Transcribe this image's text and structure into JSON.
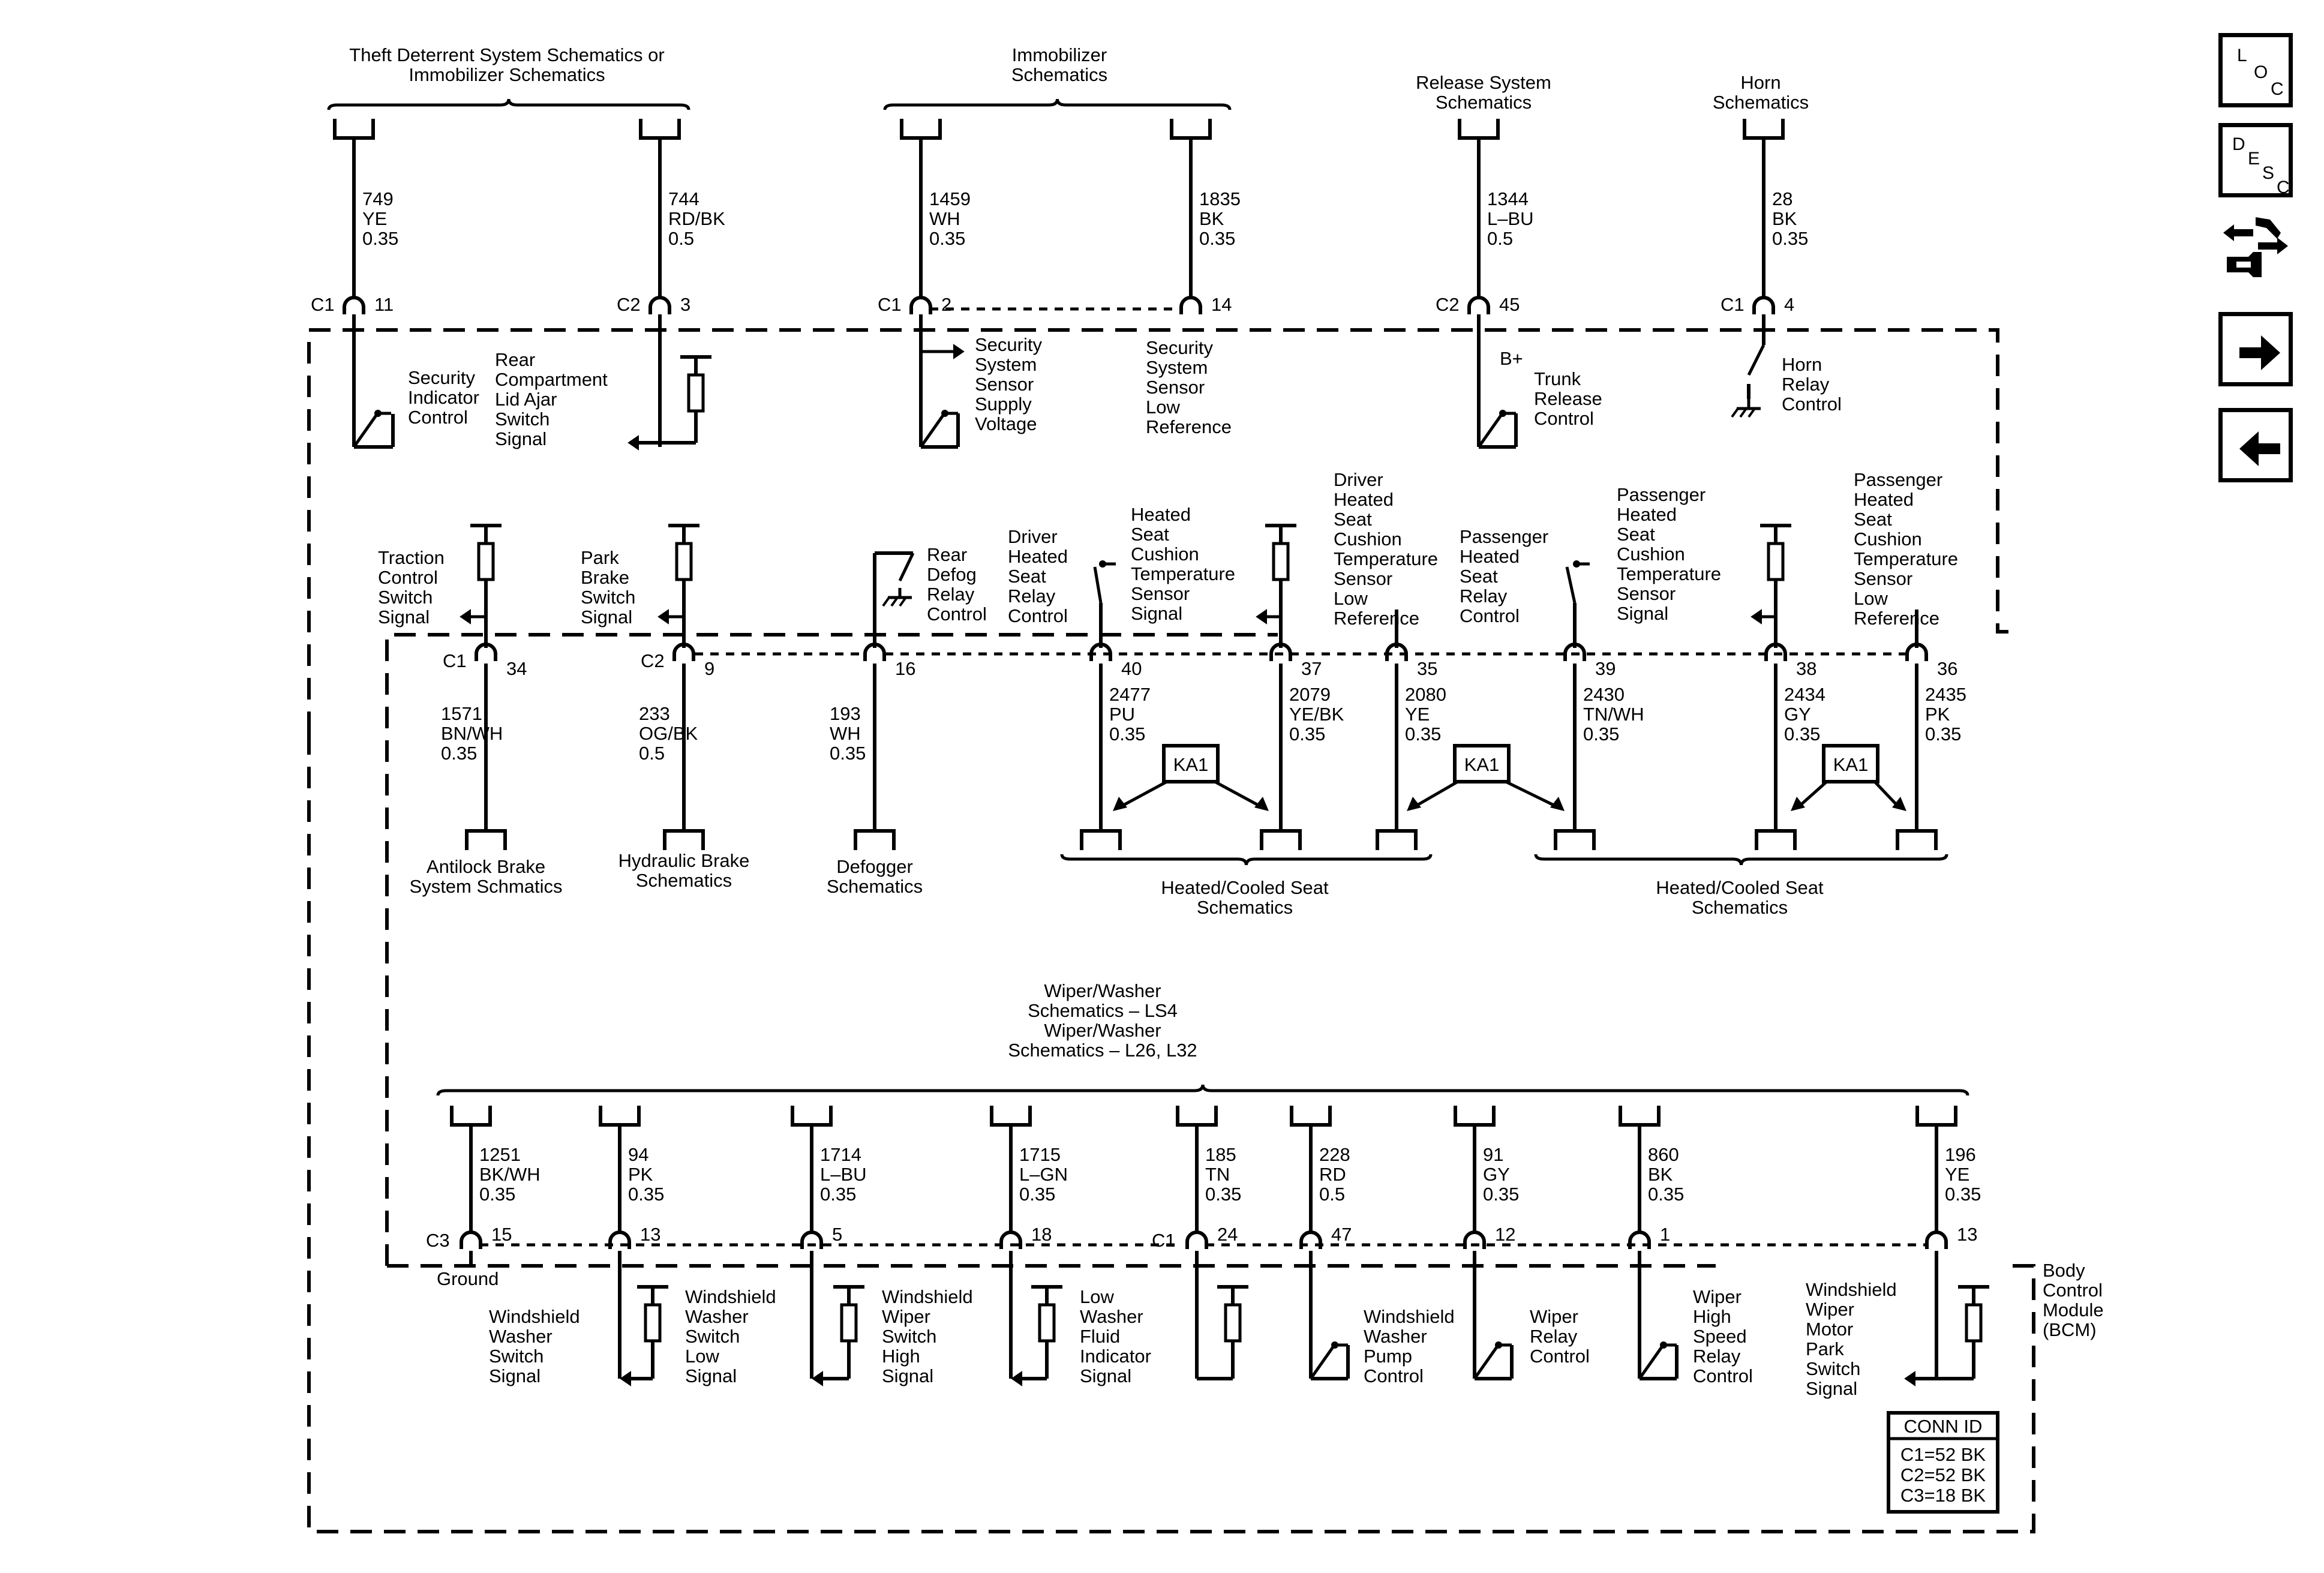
{
  "nav": {
    "loc": [
      "L",
      "O",
      "C"
    ],
    "desc": [
      "D",
      "E",
      "S",
      "C"
    ]
  },
  "top_refs": {
    "theft": [
      "Theft Deterrent System Schematics or",
      "Immobilizer Schematics"
    ],
    "immobilizer": [
      "Immobilizer",
      "Schematics"
    ],
    "release": [
      "Release System",
      "Schematics"
    ],
    "horn": [
      "Horn",
      "Schematics"
    ]
  },
  "top_wires": [
    {
      "circuit": "749",
      "color": "YE",
      "gauge": "0.35",
      "conn": "C1",
      "pin": "11"
    },
    {
      "circuit": "744",
      "color": "RD/BK",
      "gauge": "0.5",
      "conn": "C2",
      "pin": "3"
    },
    {
      "circuit": "1459",
      "color": "WH",
      "gauge": "0.35",
      "conn": "C1",
      "pin": "2"
    },
    {
      "circuit": "1835",
      "color": "BK",
      "gauge": "0.35",
      "conn": "",
      "pin": "14"
    },
    {
      "circuit": "1344",
      "color": "L–BU",
      "gauge": "0.5",
      "conn": "C2",
      "pin": "45"
    },
    {
      "circuit": "28",
      "color": "BK",
      "gauge": "0.35",
      "conn": "C1",
      "pin": "4"
    }
  ],
  "top_functions": {
    "security_indicator": [
      "Security",
      "Indicator",
      "Control"
    ],
    "rear_compartment": [
      "Rear",
      "Compartment",
      "Lid Ajar",
      "Switch",
      "Signal"
    ],
    "sensor_supply": [
      "Security",
      "System",
      "Sensor",
      "Supply",
      "Voltage"
    ],
    "sensor_low": [
      "Security",
      "System",
      "Sensor",
      "Low",
      "Reference"
    ],
    "b_plus": "B+",
    "trunk_release": [
      "Trunk",
      "Release",
      "Control"
    ],
    "horn_relay": [
      "Horn",
      "Relay",
      "Control"
    ]
  },
  "mid_functions": {
    "traction": [
      "Traction",
      "Control",
      "Switch",
      "Signal"
    ],
    "park_brake": [
      "Park",
      "Brake",
      "Switch",
      "Signal"
    ],
    "rear_defog": [
      "Rear",
      "Defog",
      "Relay",
      "Control"
    ],
    "driver_relay": [
      "Driver",
      "Heated",
      "Seat",
      "Relay",
      "Control"
    ],
    "heated_temp_signal": [
      "Heated",
      "Seat",
      "Cushion",
      "Temperature",
      "Sensor",
      "Signal"
    ],
    "driver_low_ref": [
      "Driver",
      "Heated",
      "Seat",
      "Cushion",
      "Temperature",
      "Sensor",
      "Low",
      "Reference"
    ],
    "passenger_relay": [
      "Passenger",
      "Heated",
      "Seat",
      "Relay",
      "Control"
    ],
    "passenger_signal": [
      "Passenger",
      "Heated",
      "Seat",
      "Cushion",
      "Temperature",
      "Sensor",
      "Signal"
    ],
    "passenger_low_ref": [
      "Passenger",
      "Heated",
      "Seat",
      "Cushion",
      "Temperature",
      "Sensor",
      "Low",
      "Reference"
    ]
  },
  "mid_wires": [
    {
      "circuit": "1571",
      "color": "BN/WH",
      "gauge": "0.35",
      "conn": "C1",
      "pin": "34"
    },
    {
      "circuit": "233",
      "color": "OG/BK",
      "gauge": "0.5",
      "conn": "C2",
      "pin": "9"
    },
    {
      "circuit": "193",
      "color": "WH",
      "gauge": "0.35",
      "conn": "",
      "pin": "16"
    },
    {
      "circuit": "2477",
      "color": "PU",
      "gauge": "0.35",
      "conn": "",
      "pin": "40"
    },
    {
      "circuit": "2079",
      "color": "YE/BK",
      "gauge": "0.35",
      "conn": "",
      "pin": "37"
    },
    {
      "circuit": "2080",
      "color": "YE",
      "gauge": "0.35",
      "conn": "",
      "pin": "35"
    },
    {
      "circuit": "2430",
      "color": "TN/WH",
      "gauge": "0.35",
      "conn": "",
      "pin": "39"
    },
    {
      "circuit": "2434",
      "color": "GY",
      "gauge": "0.35",
      "conn": "",
      "pin": "38"
    },
    {
      "circuit": "2435",
      "color": "PK",
      "gauge": "0.35",
      "conn": "",
      "pin": "36"
    }
  ],
  "ka1": "KA1",
  "mid_refs": {
    "antilock": [
      "Antilock Brake",
      "System Schmatics"
    ],
    "hydraulic": [
      "Hydraulic Brake",
      "Schematics"
    ],
    "defogger": [
      "Defogger",
      "Schematics"
    ],
    "seat_left": [
      "Heated/Cooled Seat",
      "Schematics"
    ],
    "seat_right": [
      "Heated/Cooled Seat",
      "Schematics"
    ]
  },
  "wiper_ref": [
    "Wiper/Washer",
    "Schematics – LS4",
    "Wiper/Washer",
    "Schematics – L26, L32"
  ],
  "bottom_wires": [
    {
      "circuit": "1251",
      "color": "BK/WH",
      "gauge": "0.35",
      "conn": "C3",
      "pin": "15"
    },
    {
      "circuit": "94",
      "color": "PK",
      "gauge": "0.35",
      "conn": "",
      "pin": "13"
    },
    {
      "circuit": "1714",
      "color": "L–BU",
      "gauge": "0.35",
      "conn": "",
      "pin": "5"
    },
    {
      "circuit": "1715",
      "color": "L–GN",
      "gauge": "0.35",
      "conn": "",
      "pin": "18"
    },
    {
      "circuit": "185",
      "color": "TN",
      "gauge": "0.35",
      "conn": "C1",
      "pin": "24"
    },
    {
      "circuit": "228",
      "color": "RD",
      "gauge": "0.5",
      "conn": "",
      "pin": "47"
    },
    {
      "circuit": "91",
      "color": "GY",
      "gauge": "0.35",
      "conn": "",
      "pin": "12"
    },
    {
      "circuit": "860",
      "color": "BK",
      "gauge": "0.35",
      "conn": "",
      "pin": "1"
    },
    {
      "circuit": "196",
      "color": "YE",
      "gauge": "0.35",
      "conn": "",
      "pin": "13"
    }
  ],
  "bottom_functions": {
    "ground": "Ground",
    "ws_washer_signal": [
      "Windshield",
      "Washer",
      "Switch",
      "Signal"
    ],
    "ws_washer_low": [
      "Windshield",
      "Washer",
      "Switch",
      "Low",
      "Signal"
    ],
    "ws_wiper_high": [
      "Windshield",
      "Wiper",
      "Switch",
      "High",
      "Signal"
    ],
    "low_washer": [
      "Low",
      "Washer",
      "Fluid",
      "Indicator",
      "Signal"
    ],
    "ws_pump": [
      "Windshield",
      "Washer",
      "Pump",
      "Control"
    ],
    "wiper_relay": [
      "Wiper",
      "Relay",
      "Control"
    ],
    "wiper_high_relay": [
      "Wiper",
      "High",
      "Speed",
      "Relay",
      "Control"
    ],
    "ws_motor_park": [
      "Windshield",
      "Wiper",
      "Motor",
      "Park",
      "Switch",
      "Signal"
    ]
  },
  "bcm": [
    "Body",
    "Control",
    "Module",
    "(BCM)"
  ],
  "conn_id": {
    "title": "CONN ID",
    "lines": [
      "C1=52 BK",
      "C2=52 BK",
      "C3=18 BK"
    ]
  }
}
